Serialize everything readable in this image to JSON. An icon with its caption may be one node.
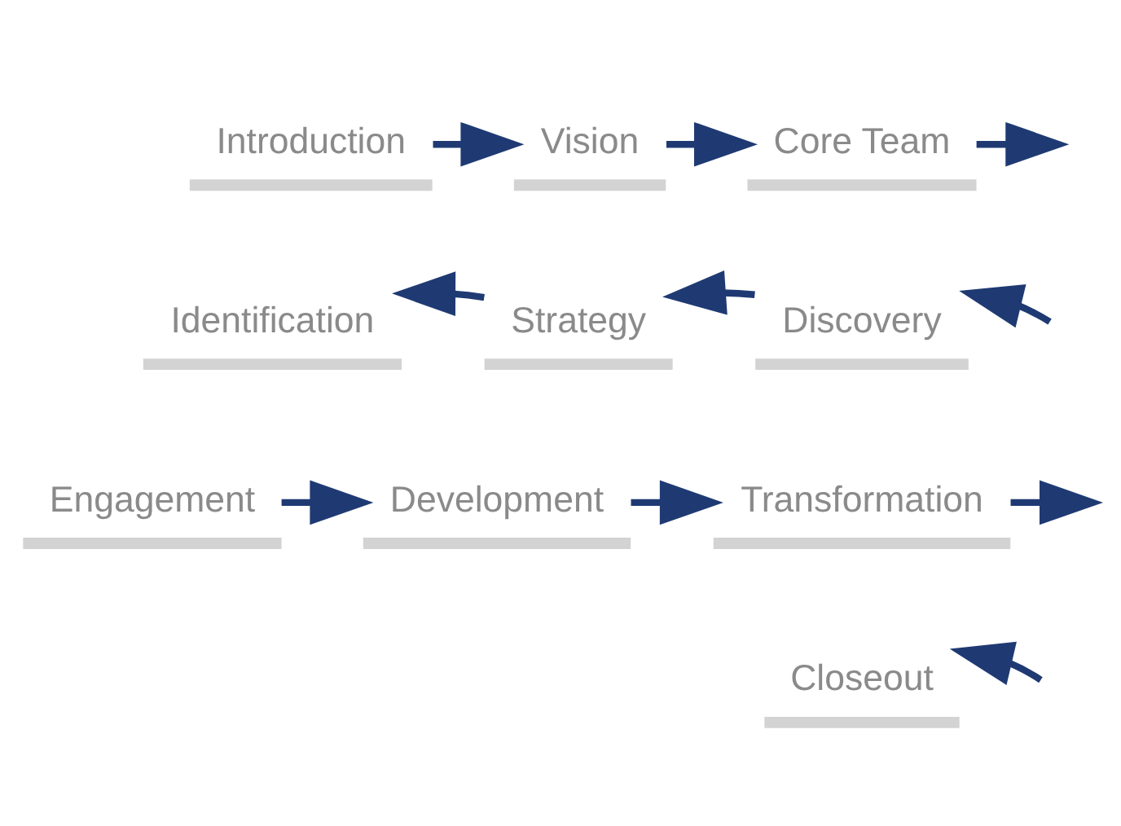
{
  "diagram": {
    "nodes": [
      {
        "text": [
          "Introduction"
        ]
      },
      {
        "text": [
          "Vision"
        ]
      },
      {
        "text": [
          "Core Team"
        ]
      },
      {
        "text": [
          "Identification"
        ]
      },
      {
        "text": [
          "Strategy"
        ]
      },
      {
        "text": [
          "Discovery"
        ]
      },
      {
        "text": [
          "Engagement"
        ]
      },
      {
        "text": [
          "Development"
        ]
      },
      {
        "text": [
          "Transformation"
        ]
      },
      {
        "text": [
          "Closeout"
        ]
      }
    ],
    "edges": [
      {
        "from": 0,
        "to": 1,
        "arrow": "to"
      },
      {
        "from": 1,
        "to": 2,
        "arrow": "to"
      },
      {
        "from": 2,
        "to": null,
        "arrow": "to"
      },
      {
        "from": null,
        "to": 5,
        "arrow": "to"
      },
      {
        "from": 5,
        "to": 4,
        "arrow": "to"
      },
      {
        "from": 4,
        "to": 3,
        "arrow": "to"
      },
      {
        "from": 6,
        "to": 7,
        "arrow": "to"
      },
      {
        "from": 7,
        "to": 8,
        "arrow": "to"
      },
      {
        "from": 8,
        "to": null,
        "arrow": "to"
      },
      {
        "from": null,
        "to": 9,
        "arrow": "to"
      }
    ]
  }
}
